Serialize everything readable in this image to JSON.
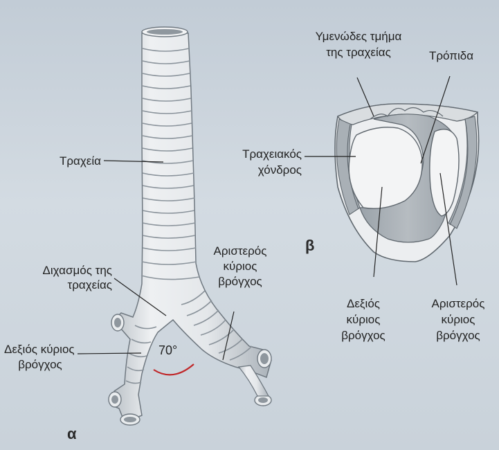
{
  "diagram_a": {
    "letter": "α",
    "labels": {
      "trachea": "Τραχεία",
      "bifurcation_l1": "Διχασμός της",
      "bifurcation_l2": "τραχείας",
      "right_bronchus_l1": "Δεξιός κύριος",
      "right_bronchus_l2": "βρόγχος",
      "left_bronchus_l1": "Αριστερός",
      "left_bronchus_l2": "κύριος",
      "left_bronchus_l3": "βρόγχος",
      "angle": "70°"
    }
  },
  "diagram_b": {
    "letter": "β",
    "labels": {
      "membranous_l1": "Υμενώδες τμήμα",
      "membranous_l2": "της τραχείας",
      "carina": "Τρόπιδα",
      "cartilage_l1": "Τραχειακός",
      "cartilage_l2": "χόνδρος",
      "right_bronchus_l1": "Δεξιός",
      "right_bronchus_l2": "κύριος",
      "right_bronchus_l3": "βρόγχος",
      "left_bronchus_l1": "Αριστερός",
      "left_bronchus_l2": "κύριος",
      "left_bronchus_l3": "βρόγχος"
    }
  },
  "colors": {
    "tube": "#e6e9ec",
    "tube_shadow": "#9aa3ab",
    "section_fill": "#a9b0b6",
    "angle_arc": "#c0282a",
    "line": "#222222"
  }
}
